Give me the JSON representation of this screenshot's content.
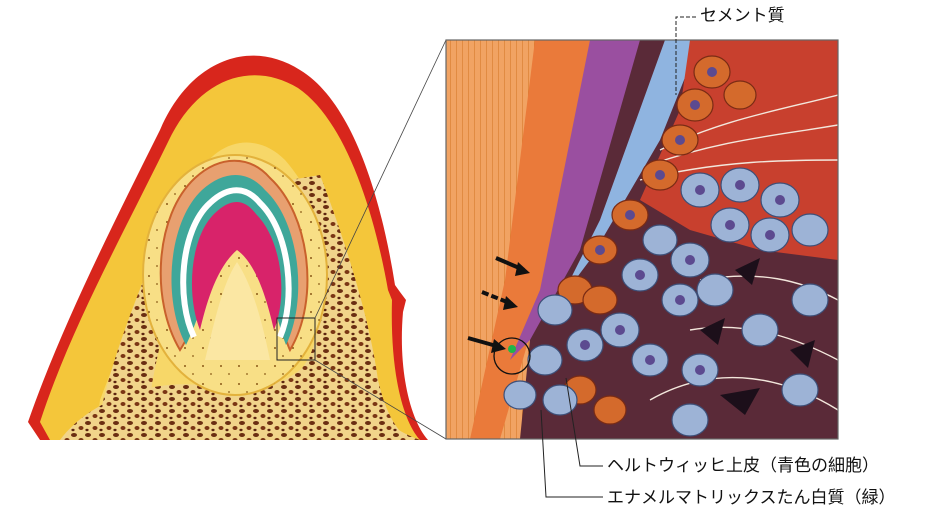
{
  "labels": {
    "cementum": "セメント質",
    "hertwig_sheath": "ヘルトウィッヒ上皮（青色の細胞）",
    "enamel_matrix": "エナメルマトリックスたん白質（緑）"
  },
  "colors": {
    "gingiva_red": "#d8261c",
    "yellow_tissue": "#f4c63a",
    "pink_dentin": "#d8236a",
    "teal_enamel": "#3fa79a",
    "blue_cells": "#9db3d6",
    "orange_cells": "#e8883c",
    "purple_layer": "#9a4fa0",
    "cementum_blue": "#8fb4e0"
  },
  "icons": [
    "arrow-icon",
    "arrow-icon",
    "arrow-icon"
  ]
}
